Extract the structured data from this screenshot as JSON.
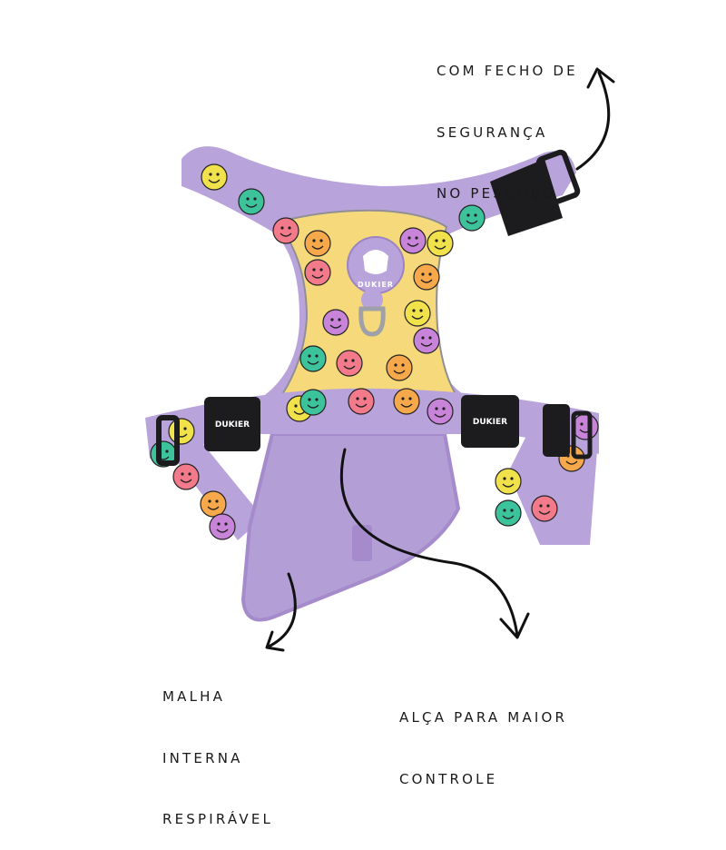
{
  "annotations": {
    "neck_buckle": [
      "COM FECHO DE",
      "SEGURANÇA",
      "NO PESCOÇO"
    ],
    "inner_mesh": [
      "MALHA",
      "INTERNA",
      "RESPIRÁVEL"
    ],
    "handle": [
      "ALÇA PARA MAIOR",
      "CONTROLE"
    ]
  },
  "brand": {
    "logo_text": "DUKIER",
    "buckle_text": "DUKIER"
  },
  "colors": {
    "lilac": "#b9a3db",
    "lilac_dark": "#a58bcb",
    "yellow_panel": "#f6d97a",
    "buckle": "#1c1c1e",
    "smiley_yellow": "#f1e14a",
    "smiley_green": "#3cc39b",
    "smiley_pink": "#f27a8a",
    "smiley_orange": "#f6a84a",
    "smiley_purple": "#c884d8"
  }
}
